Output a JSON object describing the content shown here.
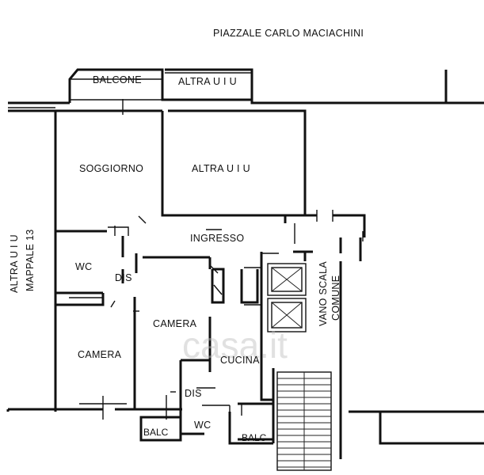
{
  "street": "PIAZZALE CARLO MACIACHINI",
  "rooms": {
    "balcone": "BALCONE",
    "altra_uiu_top": "ALTRA U I U",
    "soggiorno": "SOGGIORNO",
    "altra_uiu_mid": "ALTRA U I U",
    "ingresso": "INGRESSO",
    "wc_left": "WC",
    "dis_left": "DIS",
    "camera_center": "CAMERA",
    "camera_left": "CAMERA",
    "cucina": "CUCINA",
    "dis_bottom": "DIS",
    "wc_bottom": "WC",
    "balc_left": "BALC",
    "balc_right": "BALC"
  },
  "side_labels": {
    "altra_uiu_side": "ALTRA U I U",
    "mappale": "MAPPALE 13",
    "vano_scala": "VANO SCALA",
    "comune": "COMUNE"
  },
  "watermark": "casa.it"
}
